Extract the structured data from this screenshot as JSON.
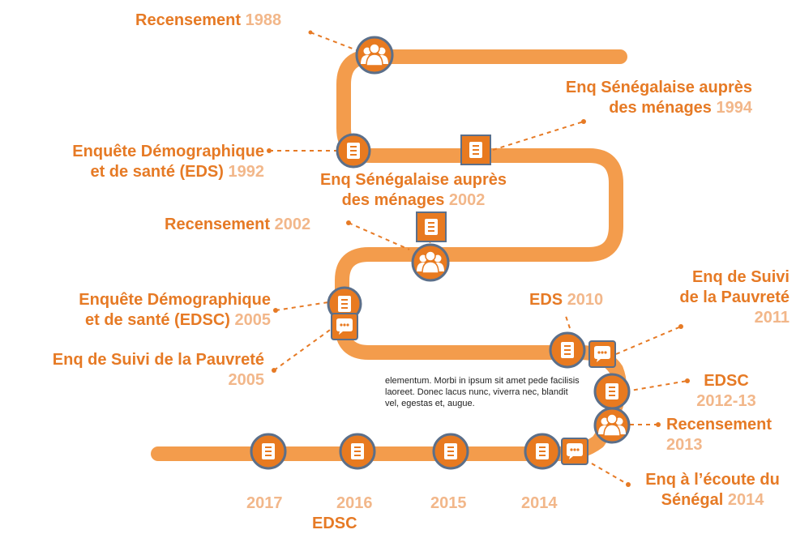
{
  "colors": {
    "road": "#f39c4c",
    "marker": "#e87a20",
    "marker_border": "#5b6f8a",
    "label": "#e67a25",
    "year": "#f2b78a"
  },
  "labels": {
    "rec1988": {
      "name": "Recensement",
      "year": "1988"
    },
    "esam1994": {
      "line1": "Enq Sénégalaise auprès",
      "line2": "des ménages",
      "year": "1994"
    },
    "eds1992": {
      "line1": "Enquête Démographique",
      "line2": "et de santé (EDS)",
      "year": "1992"
    },
    "esam2002": {
      "line1": "Enq Sénégalaise auprès",
      "line2": "des ménages",
      "year": "2002"
    },
    "rec2002": {
      "name": "Recensement",
      "year": "2002"
    },
    "edsc2005": {
      "line1": "Enquête Démographique",
      "line2": "et de santé (EDSC)",
      "year": "2005"
    },
    "esp2005": {
      "line1": "Enq de Suivi de la Pauvreté",
      "year": "2005"
    },
    "eds2010": {
      "name": "EDS",
      "year": "2010"
    },
    "esp2011": {
      "line1": "Enq de Suivi",
      "line2": "de la Pauvreté",
      "year": "2011"
    },
    "edsc2012": {
      "name": "EDSC",
      "year": "2012-13"
    },
    "rec2013": {
      "name": "Recensement",
      "year": "2013"
    },
    "ecoute2014": {
      "line1": "Enq à l’écoute du",
      "line2": "Sénégal",
      "year": "2014"
    }
  },
  "bottom_years": [
    "2017",
    "2016",
    "2015",
    "2014"
  ],
  "bottom_label": "EDSC",
  "body_text": "elementum. Morbi in ipsum sit amet pede facilisis laoreet. Donec lacus nunc, viverra nec, blandit vel, egestas et, augue.",
  "icons": [
    "people-icon",
    "document-icon",
    "chat-icon"
  ]
}
